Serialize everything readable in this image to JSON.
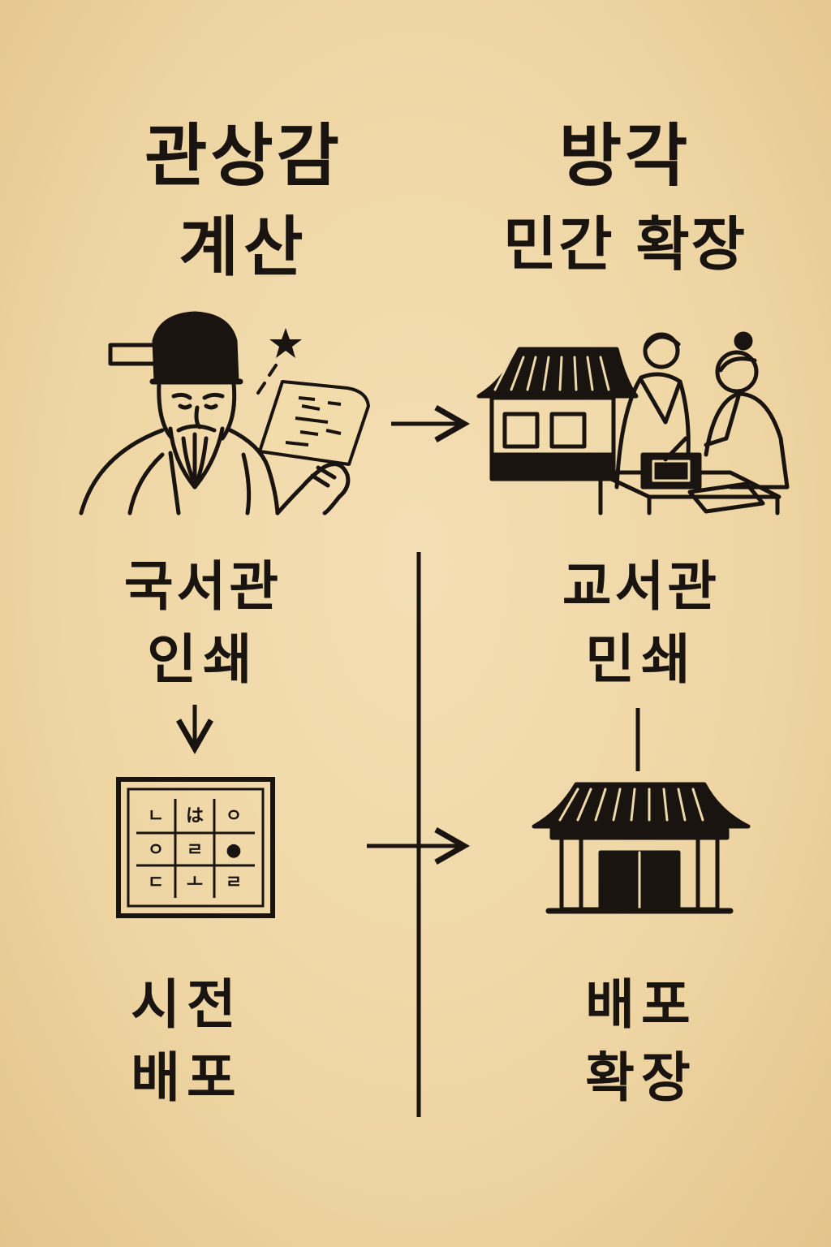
{
  "left": {
    "title_line1": "관상감",
    "title_line2": "계산",
    "middle_line1": "국서관",
    "middle_line2": "인쇄",
    "bottom_line1": "시전",
    "bottom_line2": "배포"
  },
  "right": {
    "title_line1": "방각",
    "title_line2": "민간 확장",
    "middle_line1": "교서관",
    "middle_line2": "민쇄",
    "bottom_line1": "배포",
    "bottom_line2": "확장"
  },
  "calendar_glyphs": [
    "ㄴ",
    "は",
    "ㅇ",
    "ㅇ",
    "ㄹ",
    "●",
    "ㄷ",
    "ㅗ",
    "ㄹ"
  ],
  "ink_color": "#1a1410",
  "paper_color": "#efd8a8",
  "icons": [
    "astronomer-icon",
    "star-icon",
    "woodblock-shop-icon",
    "calendar-grid-icon",
    "hanok-gate-icon"
  ]
}
